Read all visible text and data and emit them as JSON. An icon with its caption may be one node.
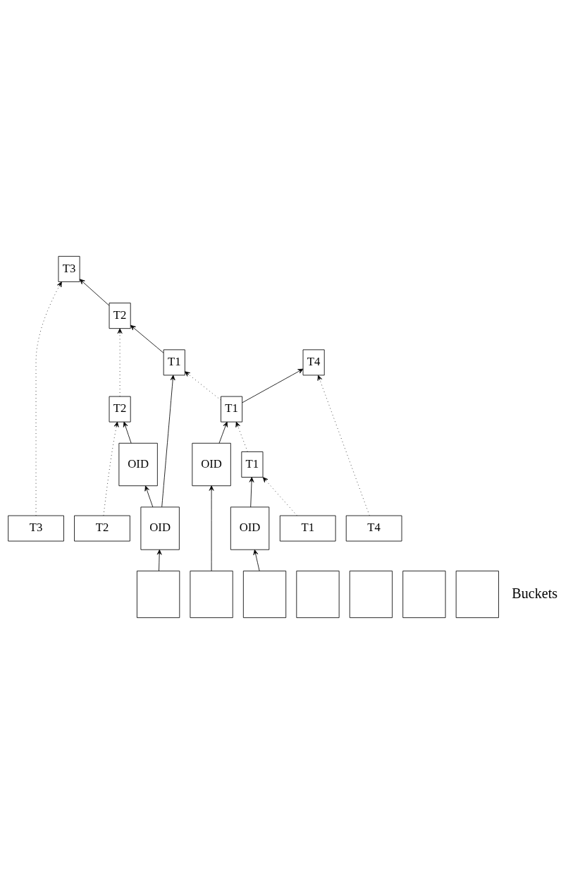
{
  "diagram": {
    "nodes": [
      {
        "text": [
          "T1"
        ]
      },
      {
        "text": [
          "T2"
        ]
      },
      {
        "text": [
          "T3"
        ]
      },
      {
        "text": [
          "T2"
        ]
      },
      {
        "text": [],
        "shape": "box"
      },
      {
        "text": [],
        "shape": "box"
      },
      {
        "text": [],
        "shape": "box"
      },
      {
        "text": [],
        "shape": "box"
      },
      {
        "text": [],
        "shape": "box"
      },
      {
        "text": [],
        "shape": "box"
      },
      {
        "text": [],
        "shape": "box"
      },
      {
        "text": [
          "OID"
        ]
      },
      {
        "text": [
          "OID"
        ]
      },
      {
        "text": [
          "T1"
        ]
      },
      {
        "text": [
          "T4"
        ]
      },
      {
        "text": [
          "OID"
        ]
      },
      {
        "text": [
          "OID"
        ]
      },
      {
        "text": [
          "T1"
        ]
      },
      {
        "text": [
          "T1"
        ]
      },
      {
        "text": [
          "T2"
        ]
      },
      {
        "text": [
          "T3"
        ]
      },
      {
        "text": [
          "T4"
        ]
      }
    ],
    "edges": [
      {
        "from": 4,
        "to": 11,
        "arrow": "to"
      },
      {
        "from": 11,
        "to": 0,
        "arrow": "to"
      },
      {
        "from": 11,
        "to": 12,
        "arrow": "to"
      },
      {
        "from": 12,
        "to": 3,
        "arrow": "to"
      },
      {
        "from": 0,
        "to": 1,
        "arrow": "to"
      },
      {
        "from": 1,
        "to": 2,
        "arrow": "to"
      },
      {
        "from": 7,
        "to": 15,
        "arrow": "to"
      },
      {
        "from": 15,
        "to": 13,
        "arrow": "to"
      },
      {
        "from": 13,
        "to": 14,
        "arrow": "to"
      },
      {
        "from": 9,
        "to": 16,
        "arrow": "to"
      },
      {
        "from": 16,
        "to": 17,
        "arrow": "to"
      },
      {
        "from": 18,
        "to": 17,
        "arrow": "to",
        "style": "dashed"
      },
      {
        "from": 17,
        "to": 13,
        "arrow": "to",
        "style": "dashed"
      },
      {
        "from": 13,
        "to": 0,
        "arrow": "to",
        "style": "dashed"
      },
      {
        "from": 19,
        "to": 3,
        "arrow": "to",
        "style": "dashed"
      },
      {
        "from": 3,
        "to": 1,
        "arrow": "to",
        "style": "dashed"
      },
      {
        "from": 20,
        "to": 2,
        "arrow": "to",
        "style": "dashed"
      },
      {
        "from": 21,
        "to": 14,
        "arrow": "to",
        "style": "dashed"
      }
    ],
    "labels": [
      "Buckets"
    ]
  }
}
